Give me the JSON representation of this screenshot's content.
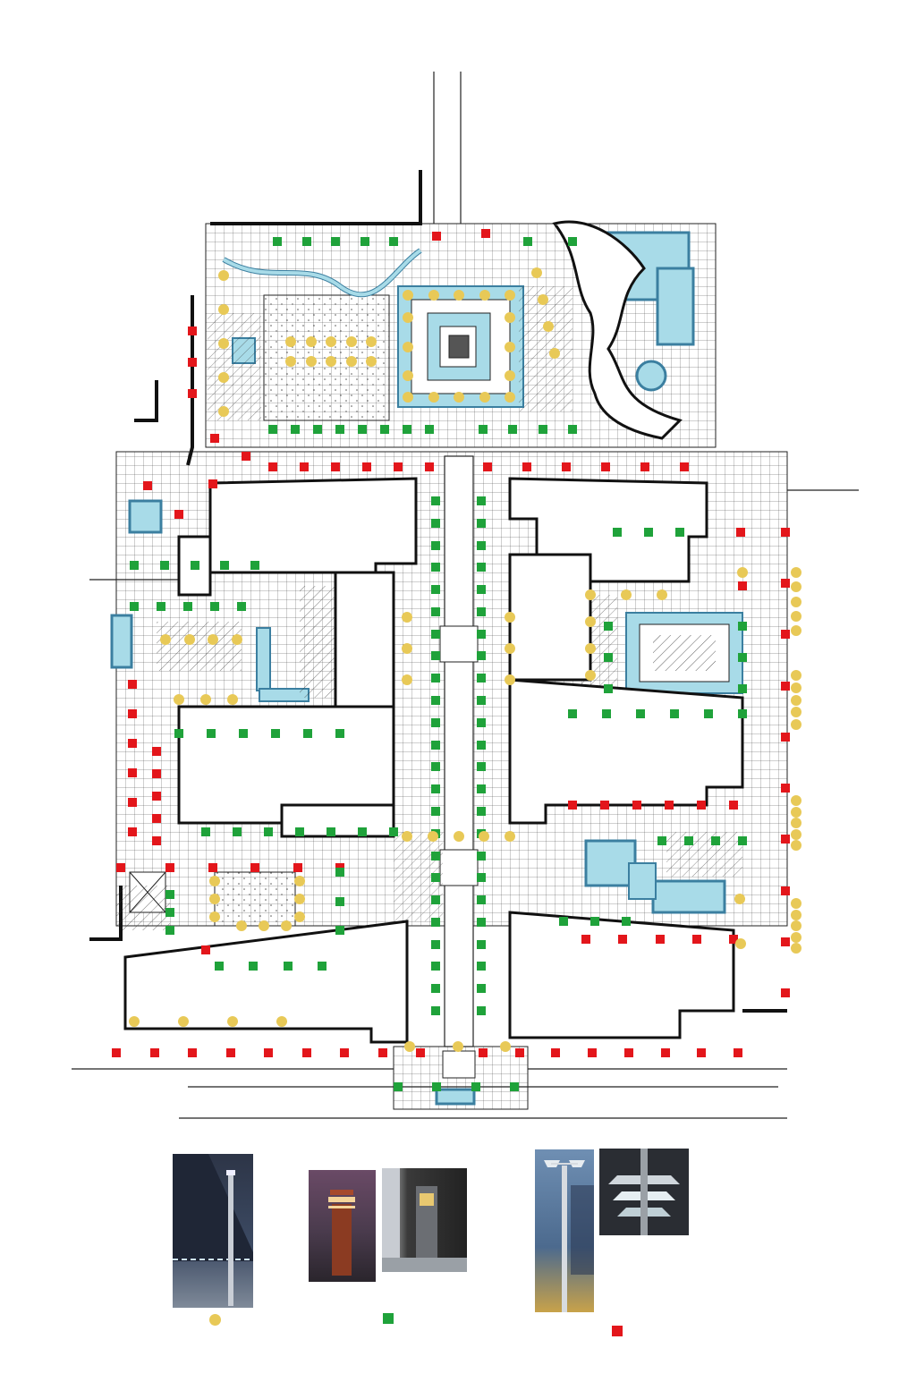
{
  "colors": {
    "background": "#ffffff",
    "linework": "#111111",
    "water": "#a8dbe8",
    "water_edge": "#3b7fa0",
    "path_grid": "#d9d9d9",
    "lamp_yellow": "#e8c957",
    "lamp_green": "#1fa23a",
    "lamp_red": "#e3161b",
    "photo_night_blue": "#2d3547",
    "photo_dusk_purple": "#5a4556",
    "photo_dark": "#2a2a2a",
    "photo_sky_blue": "#6f8fb3"
  },
  "legend": [
    {
      "marker": "yellow-circle",
      "color_key": "lamp_yellow",
      "meaning_icon": "tall-pole-street-lamp"
    },
    {
      "marker": "green-square",
      "color_key": "lamp_green",
      "meaning_icon": "bollard-garden-lamp"
    },
    {
      "marker": "red-square",
      "color_key": "lamp_red",
      "meaning_icon": "double-head-pole-lamp"
    }
  ],
  "photos": [
    "tall-pole-lamp-photo",
    "dusk-bollard-photo",
    "square-bollard-photo",
    "twin-head-pole-photo",
    "pavilion-lamp-photo"
  ]
}
